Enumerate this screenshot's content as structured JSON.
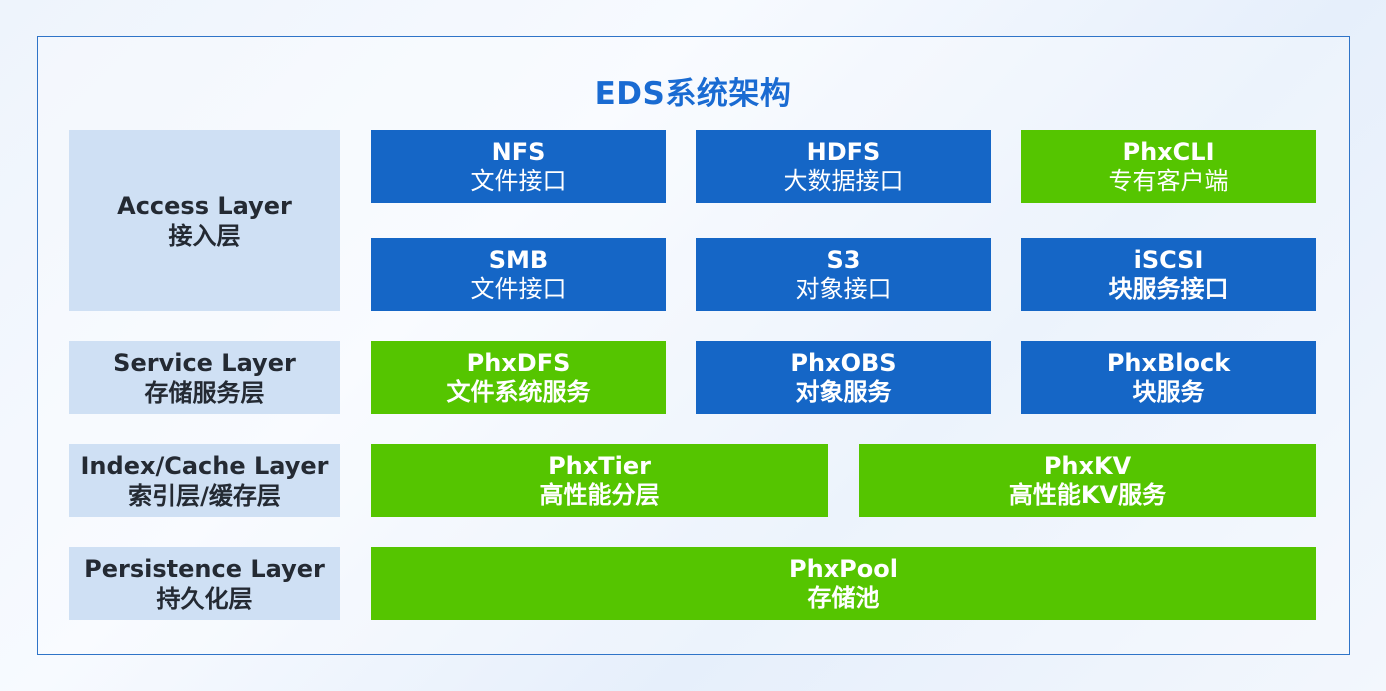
{
  "title": "EDS系统架构",
  "colors": {
    "blue": "#1566c6",
    "green": "#55c500",
    "layer_bg": "#cfe0f4",
    "title": "#1a6bd2",
    "border": "#2f74c8"
  },
  "layers": {
    "access": {
      "en": "Access Layer",
      "zh": "接入层"
    },
    "service": {
      "en": "Service Layer",
      "zh": "存储服务层"
    },
    "index_cache": {
      "en": "Index/Cache Layer",
      "zh": "索引层/缓存层"
    },
    "persistence": {
      "en": "Persistence Layer",
      "zh": "持久化层"
    }
  },
  "modules": {
    "nfs": {
      "name": "NFS",
      "desc": "文件接口",
      "color": "blue"
    },
    "hdfs": {
      "name": "HDFS",
      "desc": "大数据接口",
      "color": "blue"
    },
    "phxcli": {
      "name": "PhxCLI",
      "desc": "专有客户端",
      "color": "green"
    },
    "smb": {
      "name": "SMB",
      "desc": "文件接口",
      "color": "blue"
    },
    "s3": {
      "name": "S3",
      "desc": "对象接口",
      "color": "blue"
    },
    "iscsi": {
      "name": "iSCSI",
      "desc": "块服务接口",
      "color": "blue"
    },
    "phxdfs": {
      "name": "PhxDFS",
      "desc": "文件系统服务",
      "color": "green"
    },
    "phxobs": {
      "name": "PhxOBS",
      "desc": "对象服务",
      "color": "blue"
    },
    "phxblock": {
      "name": "PhxBlock",
      "desc": "块服务",
      "color": "blue"
    },
    "phxtier": {
      "name": "PhxTier",
      "desc": "高性能分层",
      "color": "green"
    },
    "phxkv": {
      "name": "PhxKV",
      "desc": "高性能KV服务",
      "color": "green"
    },
    "phxpool": {
      "name": "PhxPool",
      "desc": "存储池",
      "color": "green"
    }
  }
}
